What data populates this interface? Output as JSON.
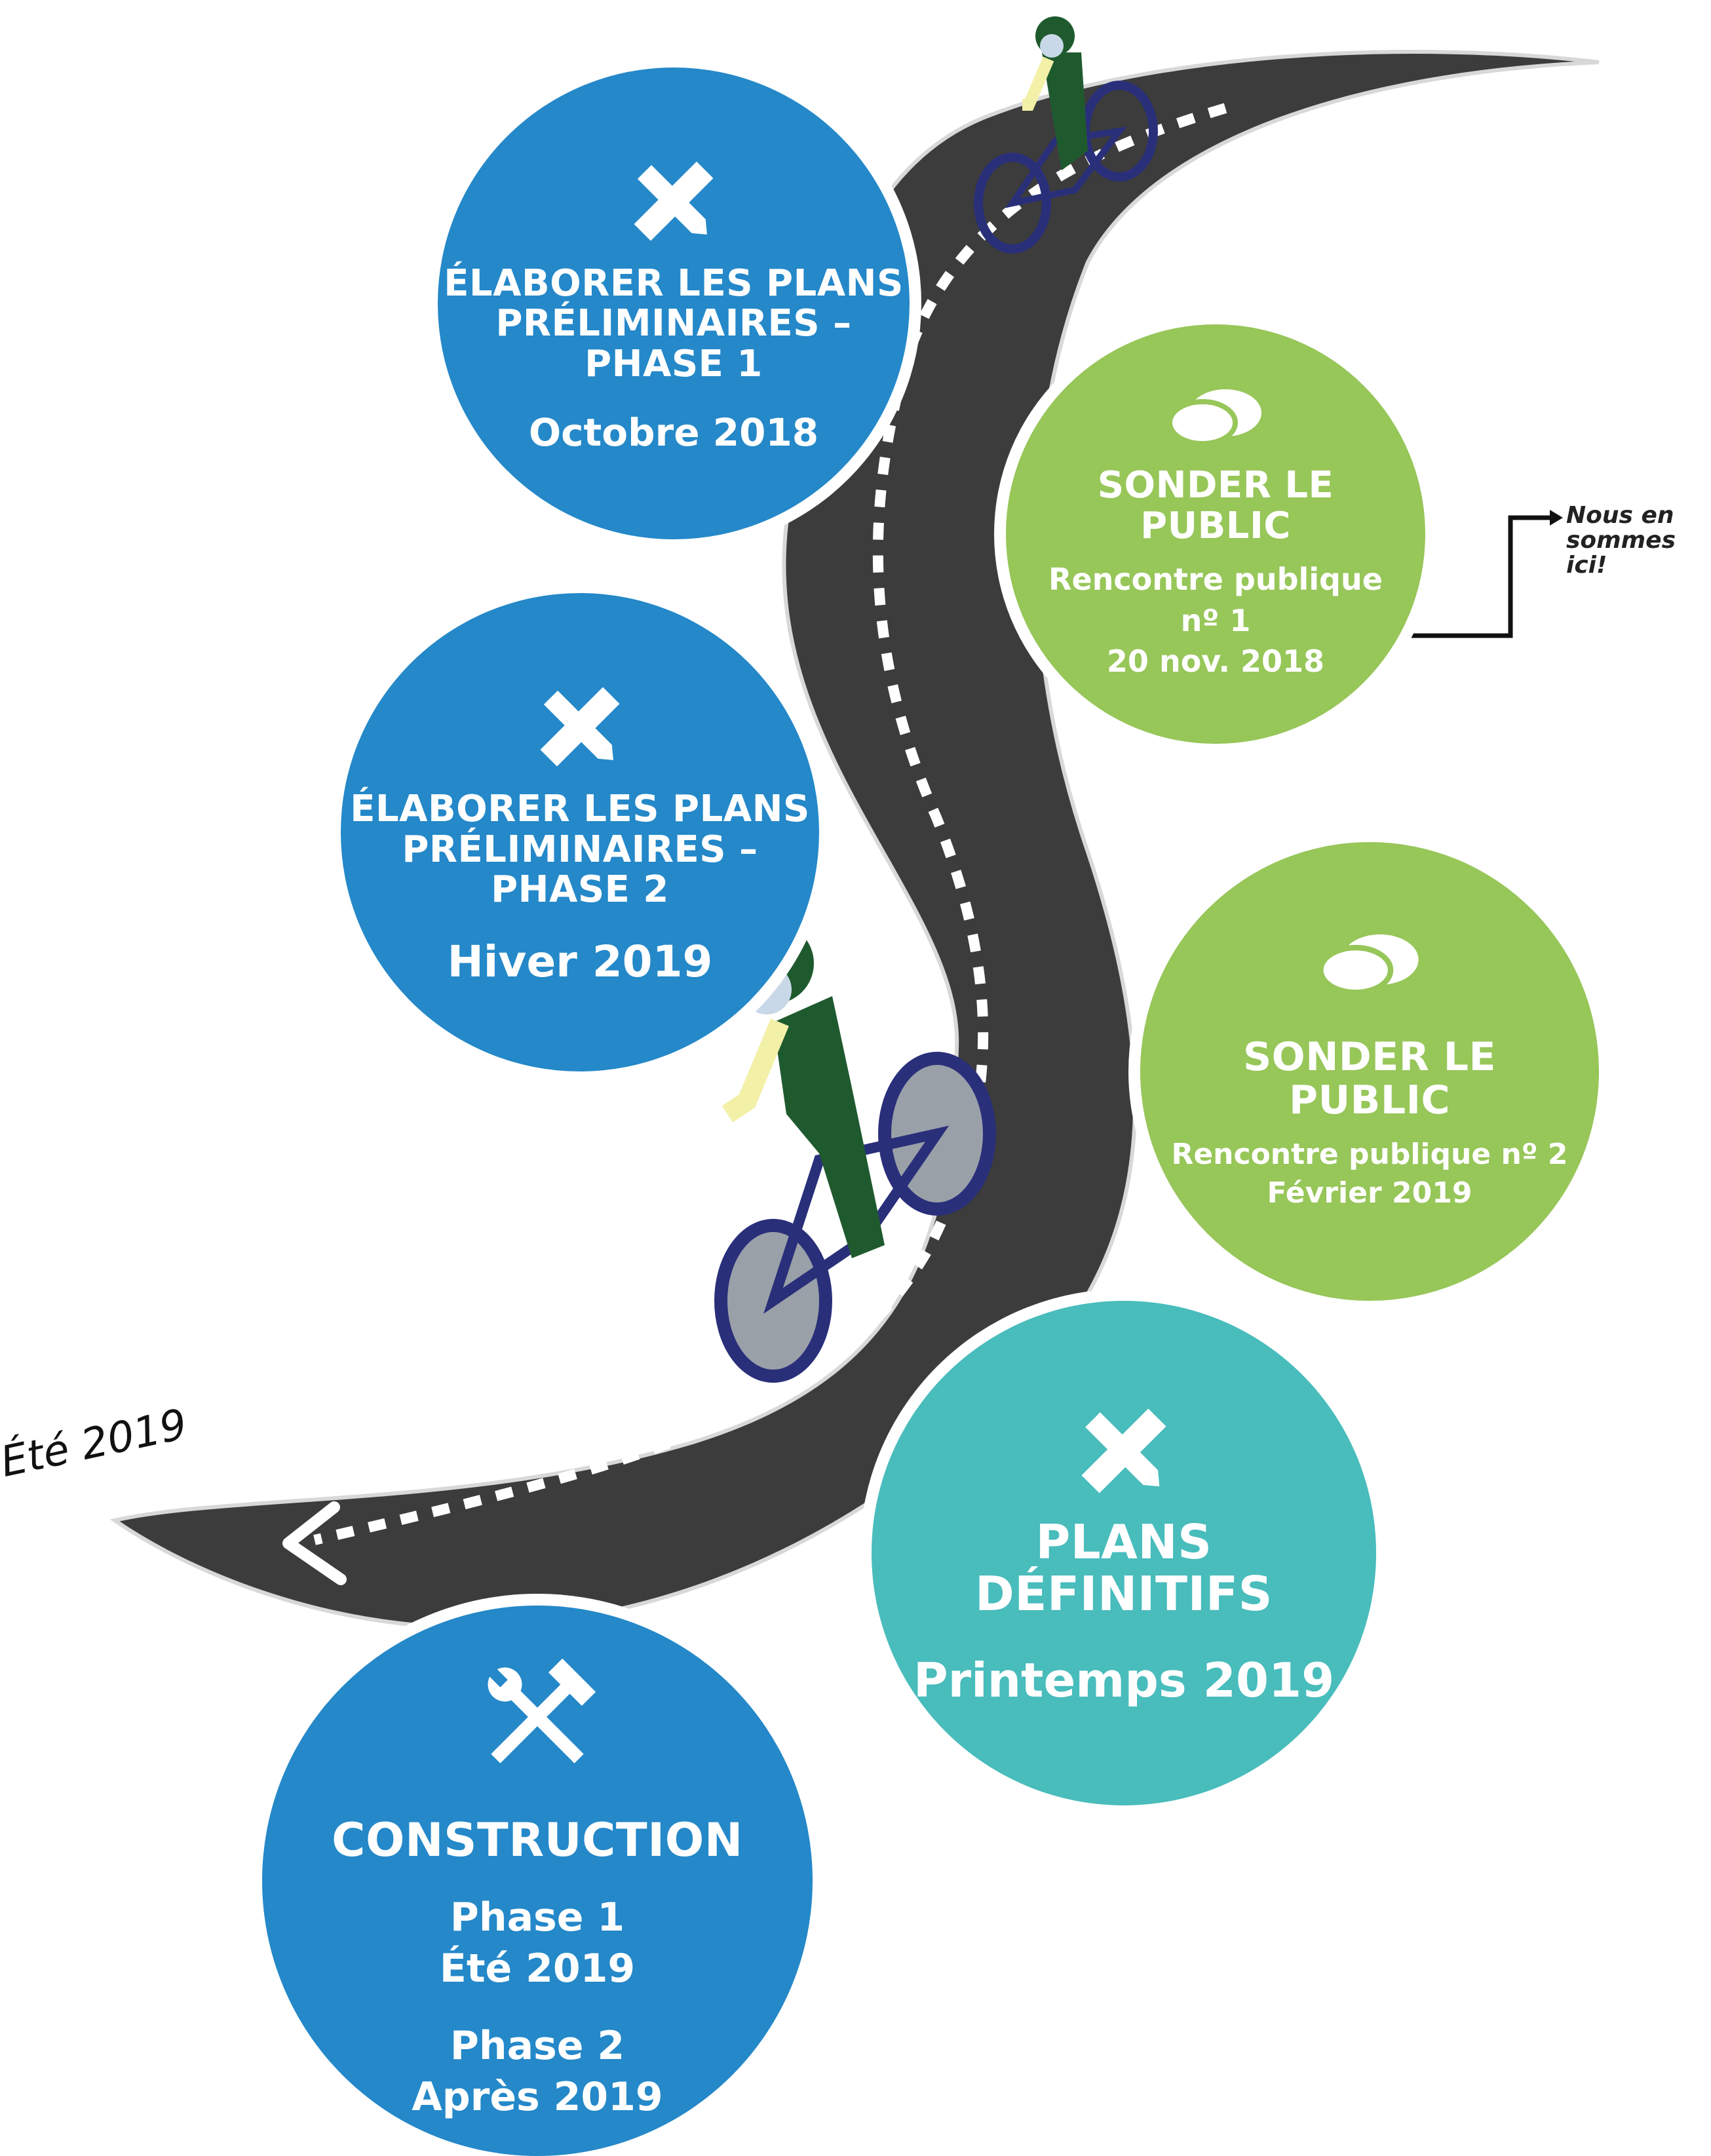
{
  "stages": [
    {
      "id": "stage-1",
      "title_lines": [
        "ÉLABORER LES PLANS",
        "PRÉLIMINAIRES –",
        "PHASE 1"
      ],
      "date": "Octobre 2018",
      "icon": "pencil-ruler-icon",
      "color": "#2488c9"
    },
    {
      "id": "stage-2",
      "title_lines": [
        "SONDER LE",
        "PUBLIC"
      ],
      "detail_lines": [
        "Rencontre publique",
        "nº 1",
        "20 nov. 2018"
      ],
      "icon": "speech-bubbles-icon",
      "color": "#97c659"
    },
    {
      "id": "stage-3",
      "title_lines": [
        "ÉLABORER LES PLANS",
        "PRÉLIMINAIRES –",
        "PHASE 2"
      ],
      "date": "Hiver 2019",
      "icon": "pencil-ruler-icon",
      "color": "#2488c9"
    },
    {
      "id": "stage-4",
      "title_lines": [
        "SONDER LE",
        "PUBLIC"
      ],
      "detail_lines": [
        "Rencontre publique nº 2",
        "Février 2019"
      ],
      "icon": "speech-bubbles-icon",
      "color": "#97c659"
    },
    {
      "id": "stage-5",
      "title_lines": [
        "PLANS",
        "DÉFINITIFS"
      ],
      "date": "Printemps 2019",
      "icon": "pencil-ruler-icon",
      "color": "#49bcbc"
    },
    {
      "id": "stage-6",
      "title_lines": [
        "CONSTRUCTION"
      ],
      "detail_lines": [
        "Phase 1",
        "Été 2019",
        "Phase 2",
        "Après 2019"
      ],
      "icon": "hammer-wrench-icon",
      "color": "#2488c9"
    }
  ],
  "marker": {
    "lines": [
      "Nous en",
      "sommes ici!"
    ]
  },
  "road_end_label": "Été 2019"
}
